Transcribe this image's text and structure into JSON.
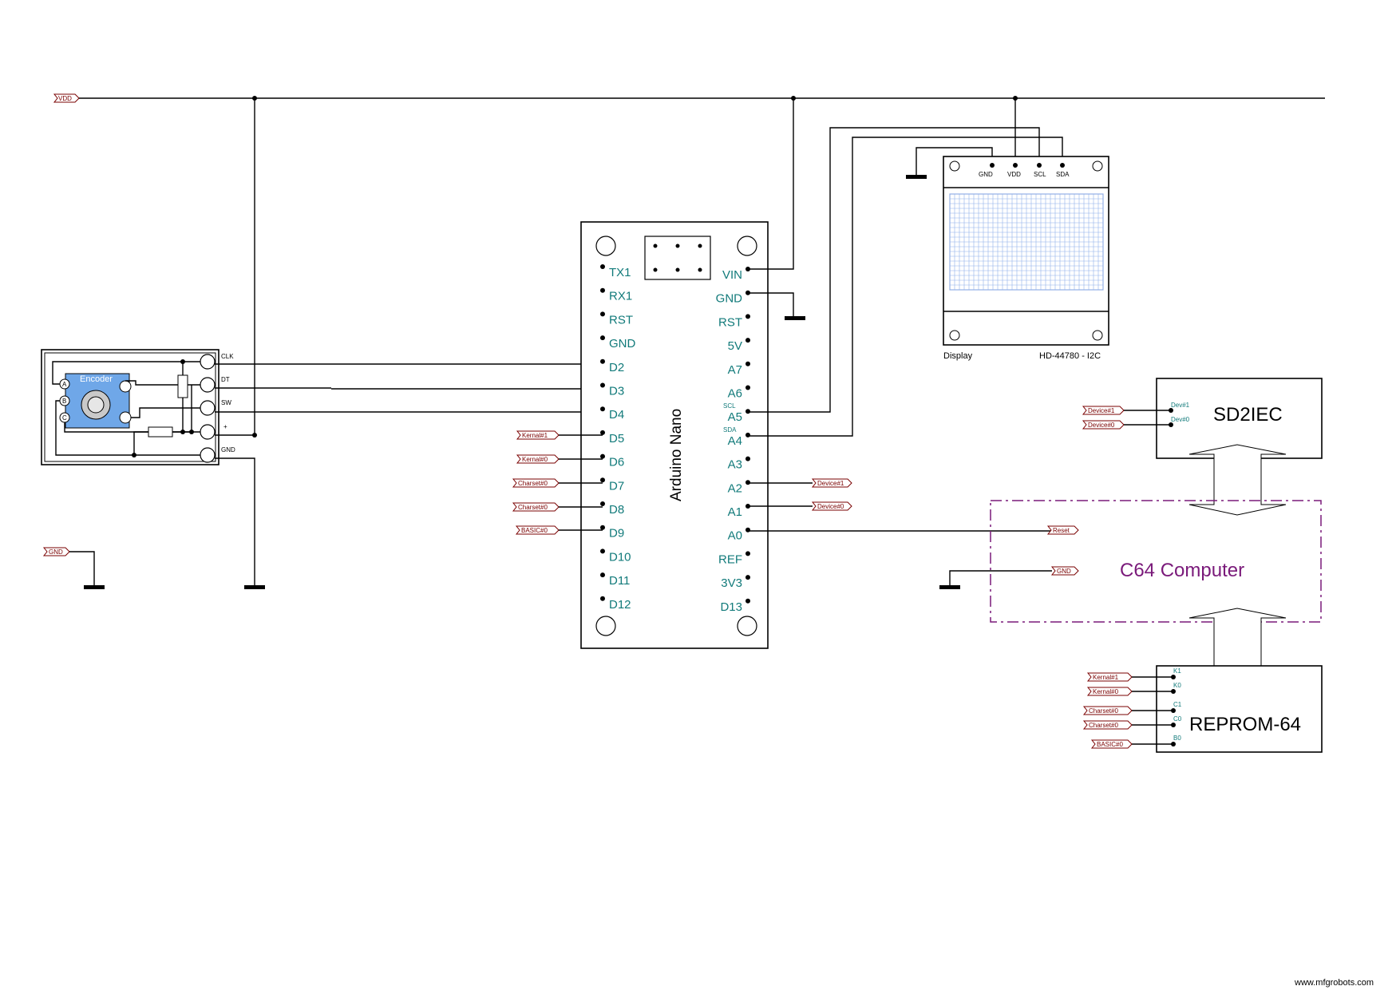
{
  "nets": {
    "vdd": "VDD",
    "gnd": "GND"
  },
  "arduino": {
    "title": "Arduino Nano",
    "left_pins": [
      "TX1",
      "RX1",
      "RST",
      "GND",
      "D2",
      "D3",
      "D4",
      "D5",
      "D6",
      "D7",
      "D8",
      "D9",
      "D10",
      "D11",
      "D12"
    ],
    "right_pins": [
      "VIN",
      "GND",
      "RST",
      "5V",
      "A7",
      "A6",
      "A5",
      "A4",
      "A3",
      "A2",
      "A1",
      "A0",
      "REF",
      "3V3",
      "D13"
    ],
    "scl_note": "SCL",
    "sda_note": "SDA"
  },
  "encoder": {
    "title": "Encoder",
    "pins_left": [
      "A",
      "B",
      "C"
    ],
    "outputs": [
      "CLK",
      "DT",
      "SW",
      "+",
      "GND"
    ]
  },
  "display": {
    "pins": [
      "GND",
      "VDD",
      "SCL",
      "SDA"
    ],
    "label_left": "Display",
    "label_right": "HD-44780 - I2C"
  },
  "sd2iec": {
    "title": "SD2IEC",
    "pins": [
      "Dev#1",
      "Dev#0"
    ],
    "flags": [
      "Device#1",
      "Device#0"
    ]
  },
  "c64": {
    "title": "C64 Computer",
    "flags": [
      "Reset",
      "GND"
    ]
  },
  "reprom": {
    "title": "REPROM-64",
    "pins": [
      "K1",
      "K0",
      "C1",
      "C0",
      "B0"
    ],
    "flags": [
      "Kernal#1",
      "Kernal#0",
      "Charset#0",
      "Charset#0",
      "BASIC#0"
    ]
  },
  "left_flags": [
    "Kernal#1",
    "Kernal#0",
    "Charset#0",
    "Charset#0",
    "BASIC#0"
  ],
  "right_flags": [
    "Device#1",
    "Device#0"
  ],
  "watermark": "www.mfgrobots.com"
}
